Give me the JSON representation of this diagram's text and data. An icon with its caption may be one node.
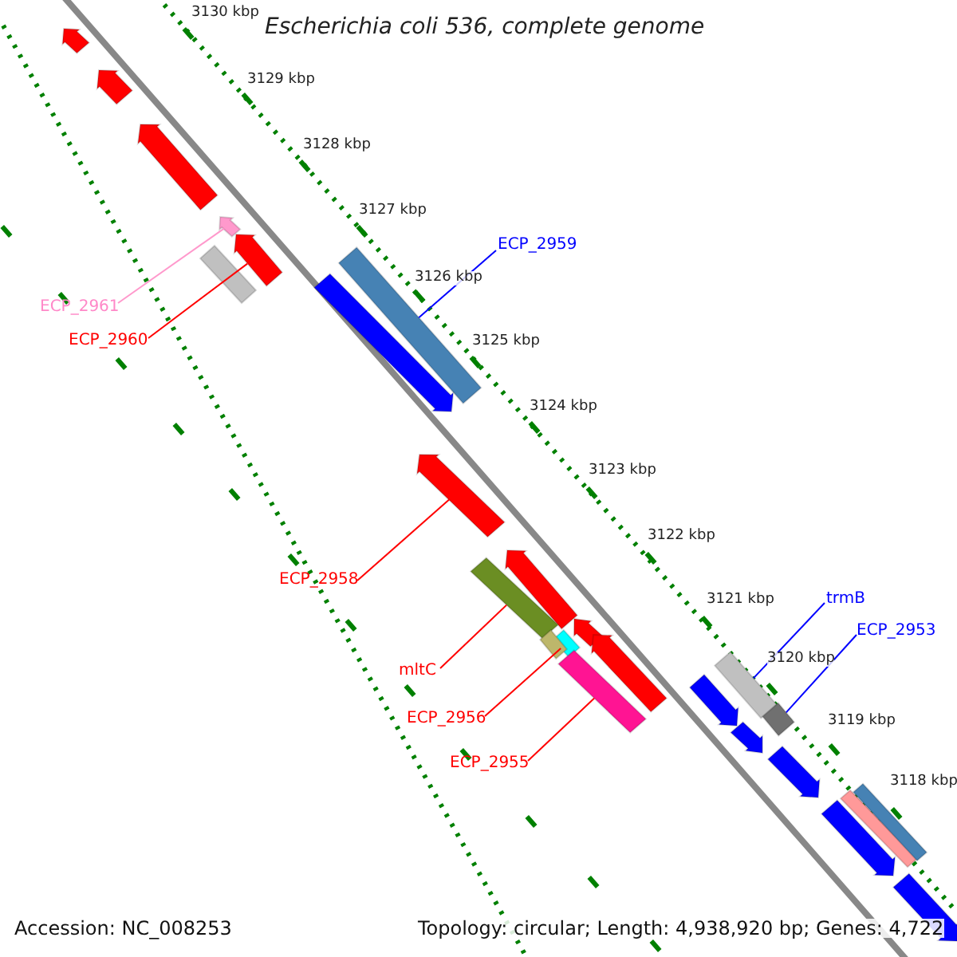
{
  "diagram": {
    "title": "Escherichia coli 536, complete genome",
    "nodes": [
      {
        "text": [
          "ECP_2961"
        ]
      },
      {
        "text": [
          "ECP_2960"
        ]
      },
      {
        "text": [
          "ECP_2959"
        ]
      },
      {
        "text": [
          "ECP_2958"
        ]
      },
      {
        "text": [
          "mltC"
        ]
      },
      {
        "text": [
          "ECP_2956"
        ]
      },
      {
        "text": [
          "ECP_2955"
        ]
      },
      {
        "text": [
          "trmB"
        ]
      },
      {
        "text": [
          "ECP_2953"
        ]
      },
      {
        "text": [],
        "shape": "bar"
      },
      {
        "text": [],
        "shape": "bar"
      },
      {
        "text": [],
        "shape": "bar"
      },
      {
        "text": [],
        "shape": "bar"
      },
      {
        "text": [],
        "shape": "bar"
      },
      {
        "text": [],
        "shape": "bar"
      },
      {
        "text": [],
        "shape": "bar"
      },
      {
        "text": [],
        "shape": "bar"
      },
      {
        "text": [],
        "shape": "bar"
      },
      {
        "text": [],
        "shape": "bar"
      },
      {
        "text": [],
        "shape": "bar"
      },
      {
        "text": [],
        "shape": "bar"
      },
      {
        "text": [],
        "shape": "bar"
      },
      {
        "text": [],
        "shape": "bar"
      },
      {
        "text": [],
        "shape": "bar"
      },
      {
        "text": [],
        "shape": "bar"
      },
      {
        "text": [],
        "shape": "bar"
      },
      {
        "text": [],
        "shape": "bar"
      },
      {
        "text": [],
        "shape": "bar"
      },
      {
        "text": [],
        "shape": "bar"
      },
      {
        "text": [],
        "shape": "bar"
      },
      {
        "text": [],
        "shape": "bar"
      },
      {
        "text": [],
        "shape": "bar"
      },
      {
        "text": [],
        "shape": "bar"
      },
      {
        "text": [],
        "shape": "bar"
      }
    ],
    "edges": [
      {
        "from": 0,
        "to": 12,
        "arrow": "none",
        "color": "#ff99cc"
      },
      {
        "from": 1,
        "to": 13,
        "arrow": "none"
      },
      {
        "from": 2,
        "to": 15,
        "arrow": "none",
        "color": "#0000ff"
      },
      {
        "from": 3,
        "to": 17,
        "arrow": "none"
      },
      {
        "from": 4,
        "to": 19,
        "arrow": "none"
      },
      {
        "from": 5,
        "to": 22,
        "arrow": "none"
      },
      {
        "from": 6,
        "to": 24,
        "arrow": "none"
      },
      {
        "from": 7,
        "to": 25,
        "arrow": "none",
        "color": "#0000ff"
      },
      {
        "from": 8,
        "to": 27,
        "arrow": "none",
        "color": "#0000ff"
      }
    ],
    "labels": [
      "3130 kbp",
      "3129 kbp",
      "3128 kbp",
      "3127 kbp",
      "3126 kbp",
      "3125 kbp",
      "3124 kbp",
      "3123 kbp",
      "3122 kbp",
      "3121 kbp",
      "3120 kbp",
      "3119 kbp",
      "3118 kbp",
      "Accession: NC_008253",
      "Topology: circular; Length: 4,938,920 bp; Genes: 4,722"
    ]
  }
}
